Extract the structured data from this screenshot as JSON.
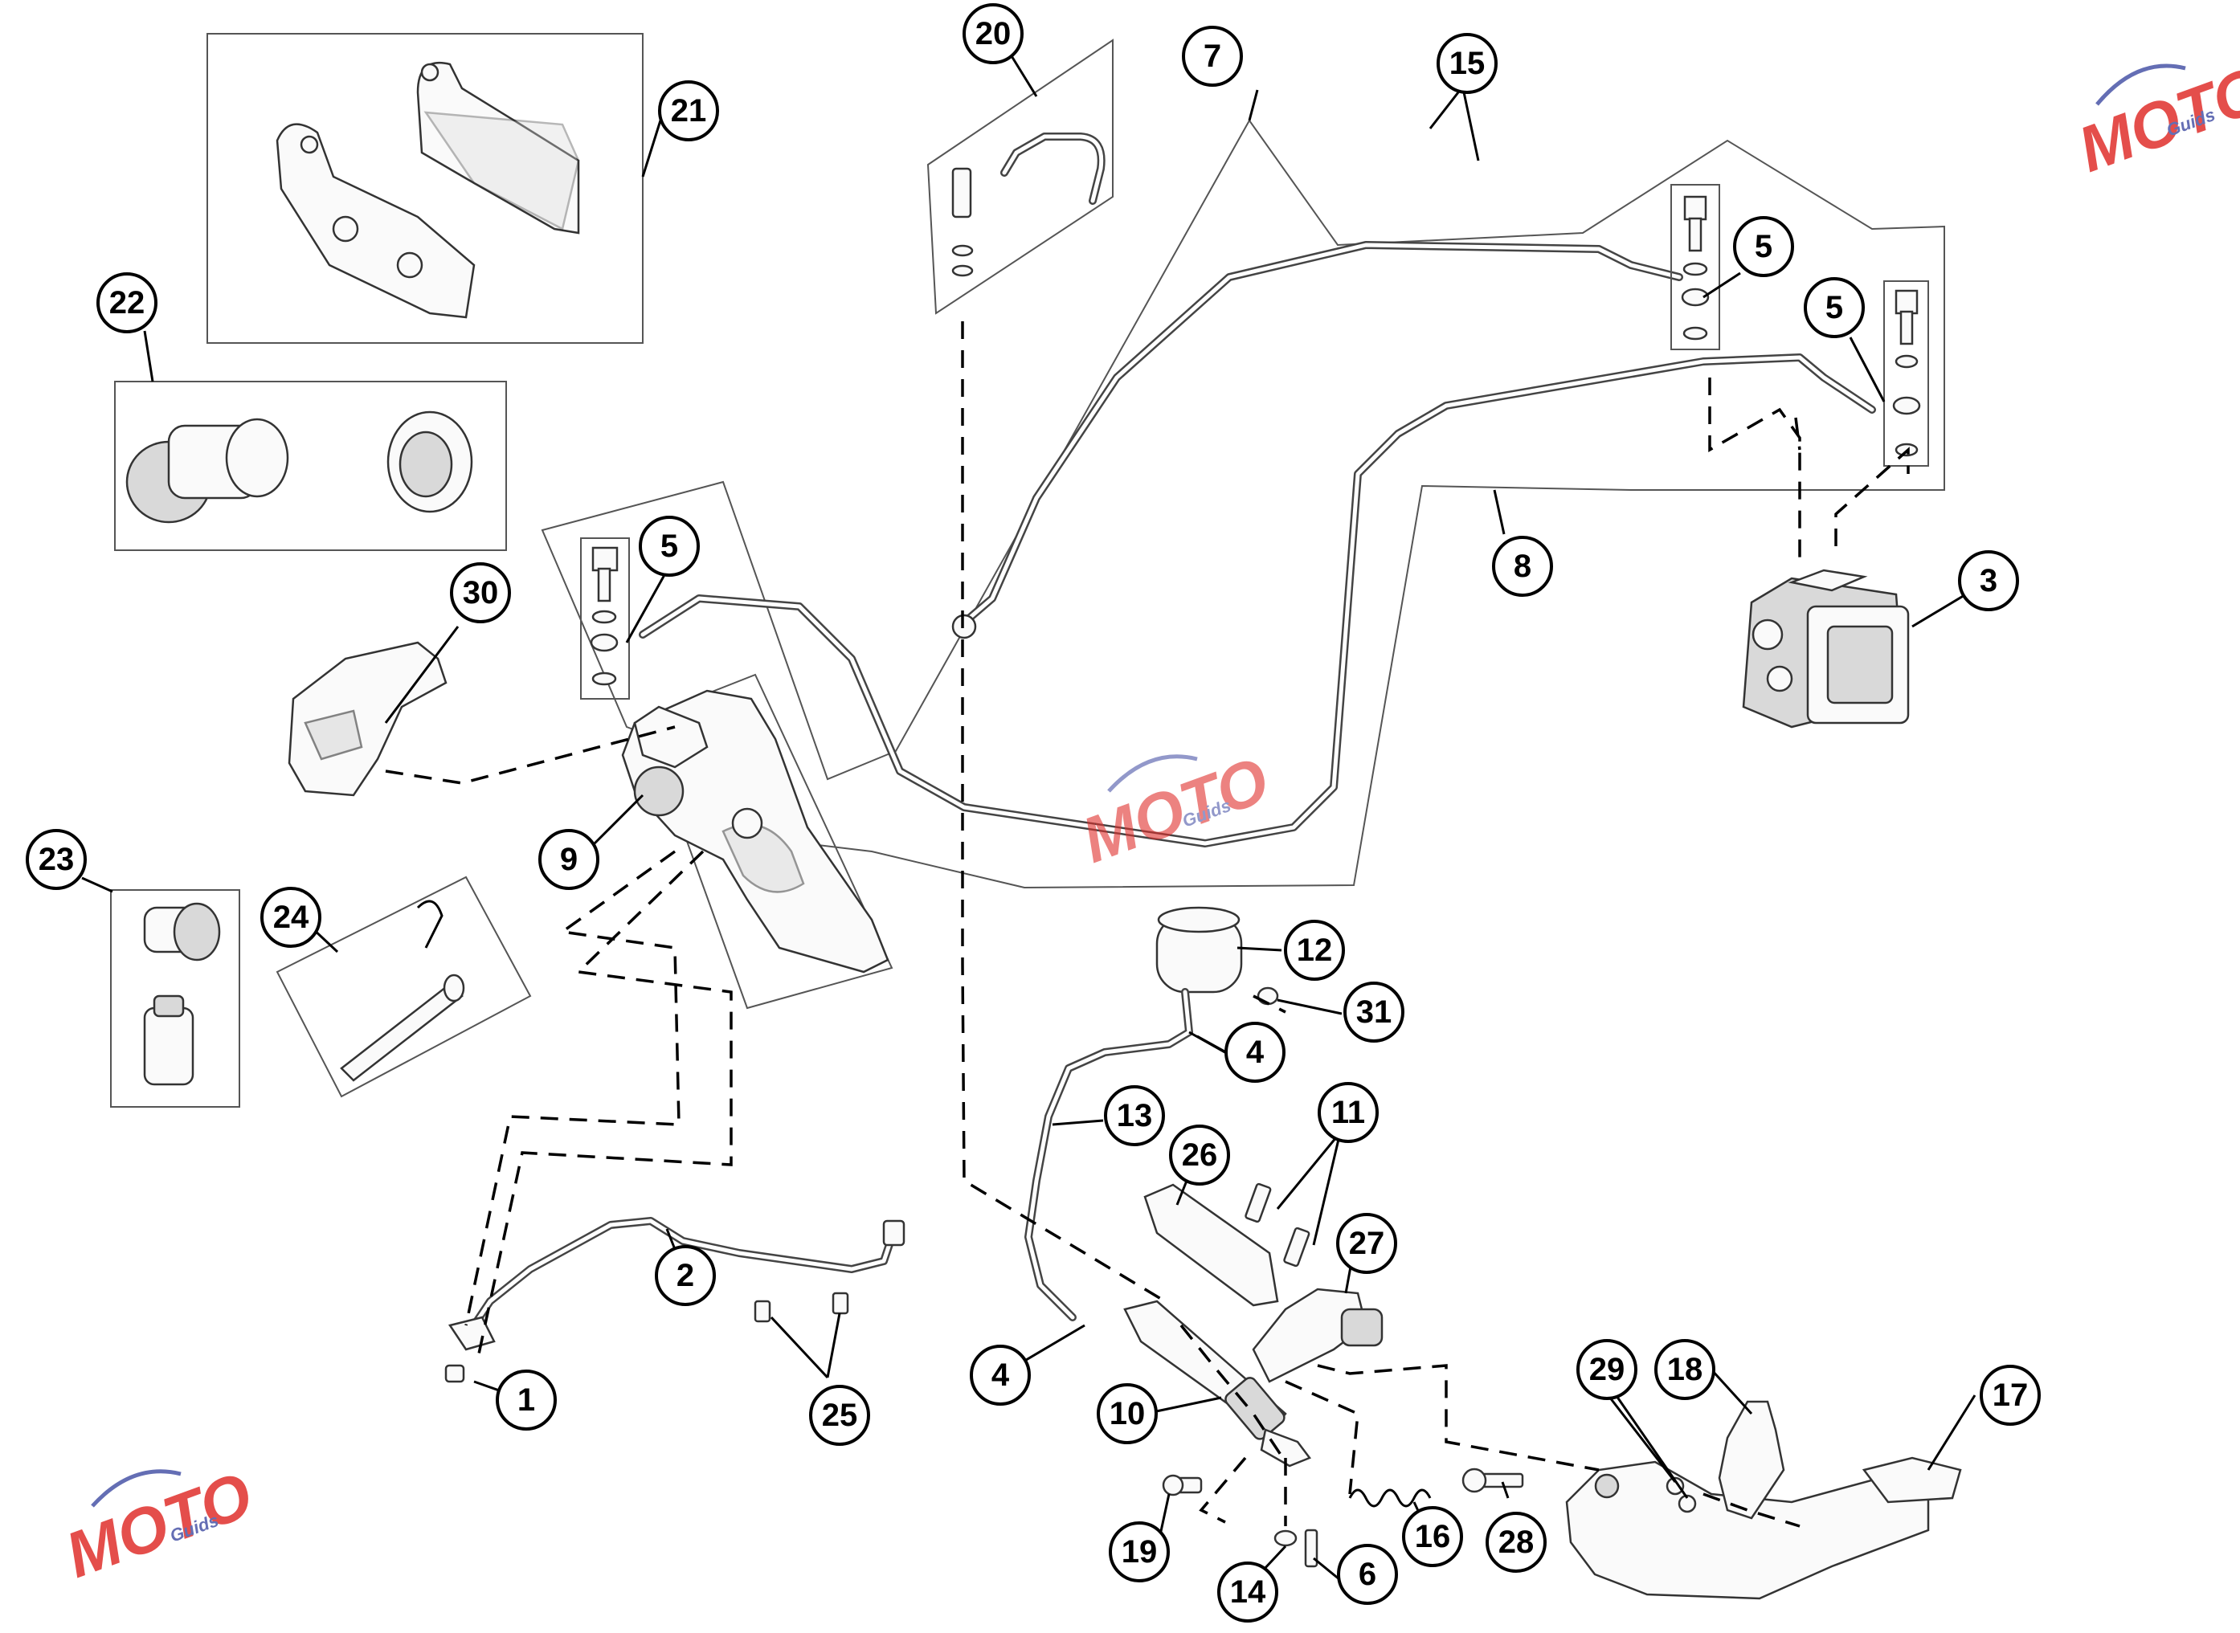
{
  "callouts": [
    {
      "label": "1"
    },
    {
      "label": "2"
    },
    {
      "label": "3"
    },
    {
      "label": "4"
    },
    {
      "label": "4"
    },
    {
      "label": "5"
    },
    {
      "label": "5"
    },
    {
      "label": "5"
    },
    {
      "label": "6"
    },
    {
      "label": "7"
    },
    {
      "label": "8"
    },
    {
      "label": "9"
    },
    {
      "label": "10"
    },
    {
      "label": "11"
    },
    {
      "label": "12"
    },
    {
      "label": "13"
    },
    {
      "label": "14"
    },
    {
      "label": "15"
    },
    {
      "label": "16"
    },
    {
      "label": "17"
    },
    {
      "label": "18"
    },
    {
      "label": "19"
    },
    {
      "label": "20"
    },
    {
      "label": "21"
    },
    {
      "label": "22"
    },
    {
      "label": "23"
    },
    {
      "label": "24"
    },
    {
      "label": "25"
    },
    {
      "label": "26"
    },
    {
      "label": "27"
    },
    {
      "label": "28"
    },
    {
      "label": "29"
    },
    {
      "label": "30"
    },
    {
      "label": "31"
    }
  ],
  "watermark": {
    "brand": "MOTO",
    "sub": "Guids",
    "colors": {
      "blue": "#4a55a8",
      "red": "#e0302c",
      "gray": "#9a9a9a"
    }
  }
}
